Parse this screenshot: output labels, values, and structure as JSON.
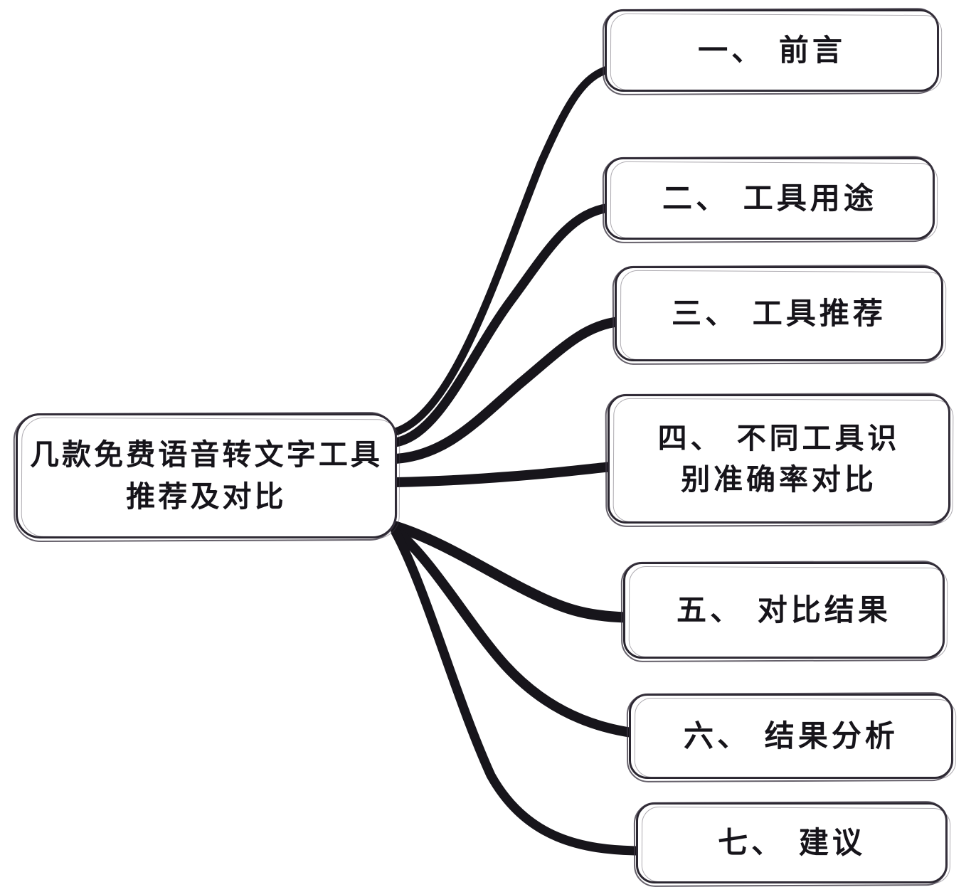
{
  "diagram": {
    "type": "mind-map",
    "background_color": "#ffffff",
    "stroke_color": "#16141a",
    "node_fill_color": "#ffffff",
    "central_node": {
      "text": "几款免费语音转文字工具推荐及对比",
      "line1": "几款免费语音转文",
      "line2": "字工具推荐及对比"
    },
    "branches": [
      {
        "index": 1,
        "marker": "一、",
        "title": "前言",
        "text": "一、  前言"
      },
      {
        "index": 2,
        "marker": "二、",
        "title": "工具用途",
        "text": "二、  工具用途"
      },
      {
        "index": 3,
        "marker": "三、",
        "title": "工具推荐",
        "text": "三、  工具推荐"
      },
      {
        "index": 4,
        "marker": "四、",
        "title": "不同工具识别准确率对比",
        "text": "四、  不同工具识\n别准确率对比"
      },
      {
        "index": 5,
        "marker": "五、",
        "title": "对比结果",
        "text": "五、  对比结果"
      },
      {
        "index": 6,
        "marker": "六、",
        "title": "结果分析",
        "text": "六、  结果分析"
      },
      {
        "index": 7,
        "marker": "七、",
        "title": "建议",
        "text": "七、  建议"
      }
    ]
  }
}
